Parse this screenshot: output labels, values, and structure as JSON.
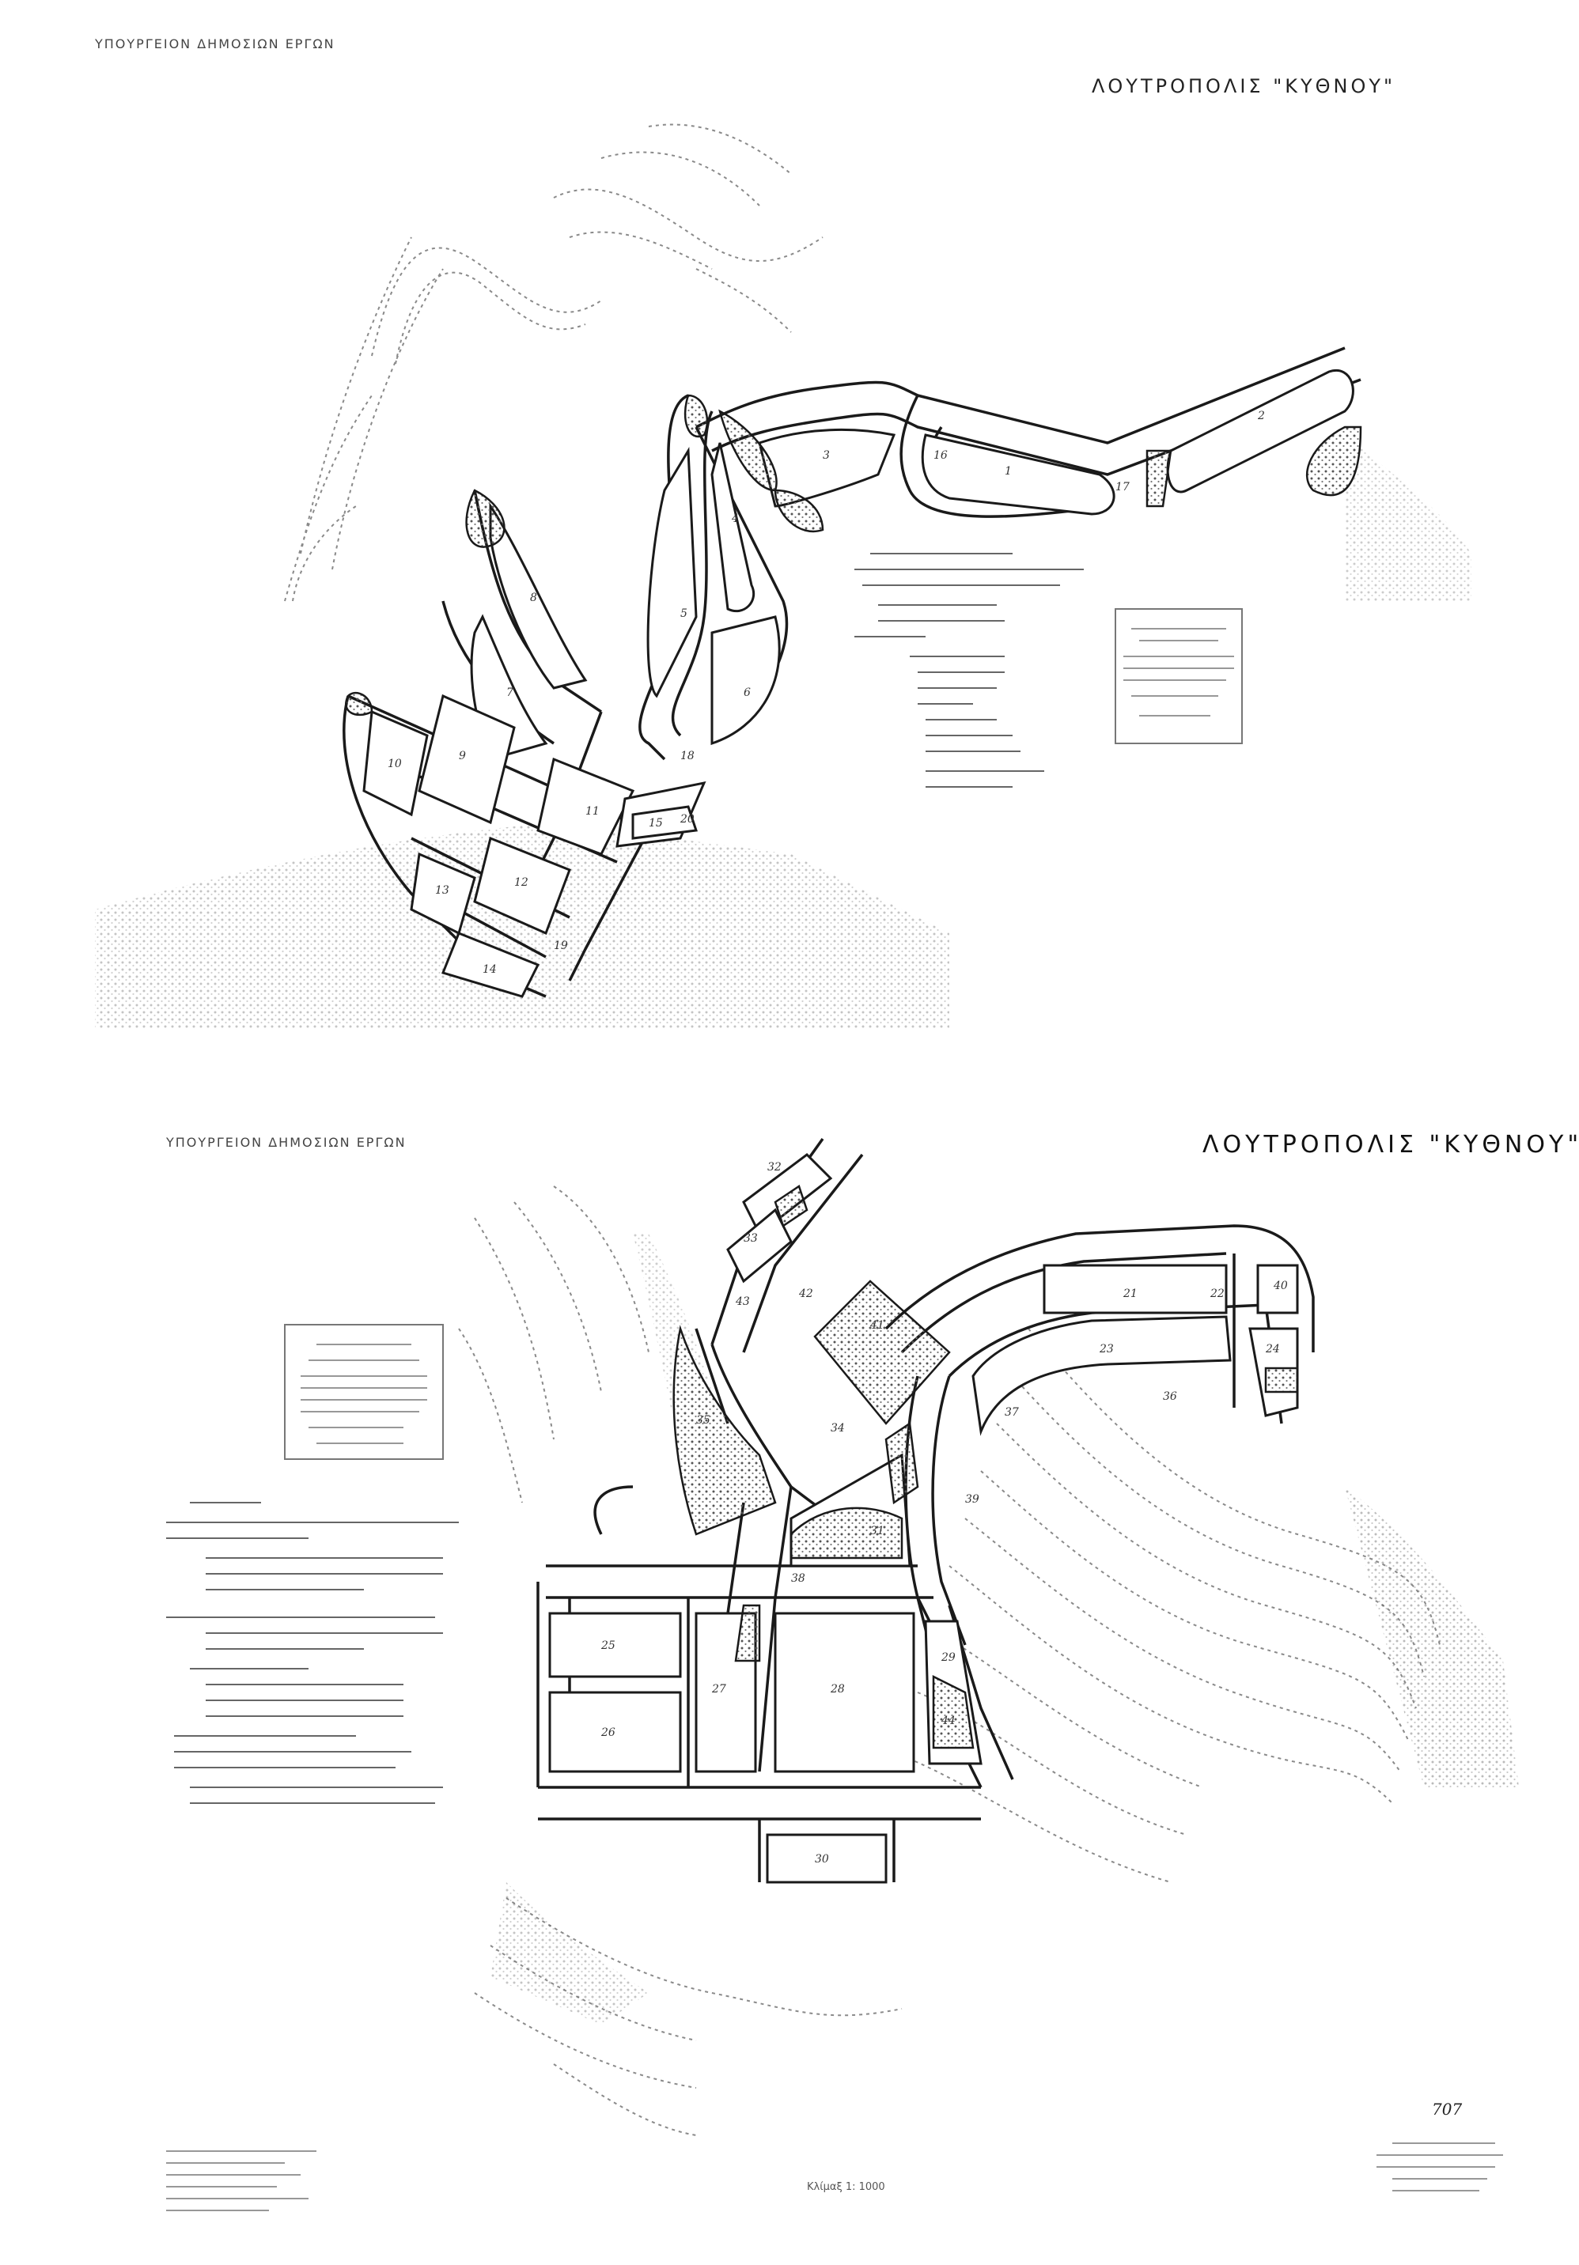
{
  "sheet_top": {
    "header_left": "ΥΠΟΥΡΓΕΙΟΝ ΔΗΜΟΣΙΩΝ ΕΡΓΩΝ",
    "title": "ΛΟΥΤΡΟΠΟΛΙΣ \"ΚΥΘΝΟΥ\"",
    "block_numbers": [
      "1",
      "2",
      "3",
      "4",
      "5",
      "6",
      "7",
      "8",
      "9",
      "10",
      "11",
      "12",
      "13",
      "14",
      "15",
      "16",
      "17",
      "18",
      "19",
      "20"
    ]
  },
  "sheet_bottom": {
    "header_left": "ΥΠΟΥΡΓΕΙΟΝ ΔΗΜΟΣΙΩΝ ΕΡΓΩΝ",
    "title": "ΛΟΥΤΡΟΠΟΛΙΣ \"ΚΥΘΝΟΥ\"",
    "scale": "Κλίμαξ 1: 1000",
    "sheet_mark": "707",
    "block_numbers": [
      "21",
      "22",
      "23",
      "24",
      "25",
      "26",
      "27",
      "28",
      "29",
      "30",
      "31",
      "32",
      "33",
      "34",
      "35",
      "36",
      "37",
      "38",
      "39",
      "40",
      "41",
      "42",
      "43",
      "44"
    ]
  },
  "colors": {
    "ink": "#1a1a1a",
    "stipple": "#7a7a7a",
    "paper": "#ffffff"
  }
}
